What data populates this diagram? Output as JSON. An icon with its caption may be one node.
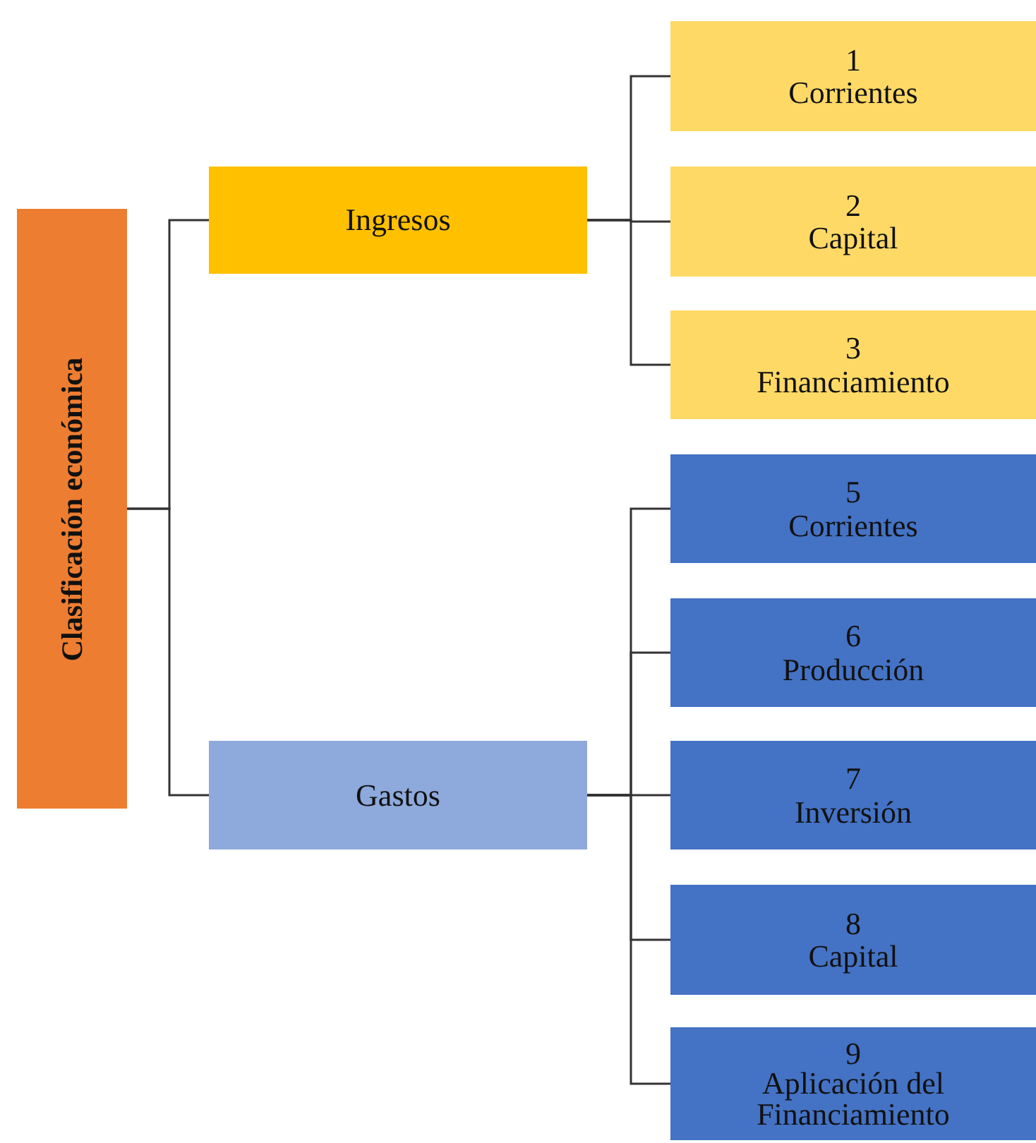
{
  "diagram": {
    "nodes": [
      {
        "text": [
          "Clasificación económica"
        ]
      },
      {
        "text": [
          "Ingresos"
        ]
      },
      {
        "text": [
          "Gastos"
        ]
      },
      {
        "text": [
          "1",
          "Corrientes"
        ]
      },
      {
        "text": [
          "2",
          "Capital"
        ]
      },
      {
        "text": [
          "3",
          "Financiamiento"
        ]
      },
      {
        "text": [
          "5",
          "Corrientes"
        ]
      },
      {
        "text": [
          "6",
          "Producción"
        ]
      },
      {
        "text": [
          "7",
          "Inversión"
        ]
      },
      {
        "text": [
          "8",
          "Capital"
        ]
      },
      {
        "text": [
          "9",
          "Aplicación del Financiamiento"
        ]
      }
    ],
    "edges": [
      {
        "from": 0,
        "to": 1,
        "arrow": "none"
      },
      {
        "from": 0,
        "to": 2,
        "arrow": "none"
      },
      {
        "from": 1,
        "to": 3,
        "arrow": "none"
      },
      {
        "from": 1,
        "to": 4,
        "arrow": "none"
      },
      {
        "from": 1,
        "to": 5,
        "arrow": "none"
      },
      {
        "from": 2,
        "to": 6,
        "arrow": "none"
      },
      {
        "from": 2,
        "to": 7,
        "arrow": "none"
      },
      {
        "from": 2,
        "to": 8,
        "arrow": "none"
      },
      {
        "from": 2,
        "to": 9,
        "arrow": "none"
      },
      {
        "from": 2,
        "to": 10,
        "arrow": "none"
      }
    ]
  }
}
